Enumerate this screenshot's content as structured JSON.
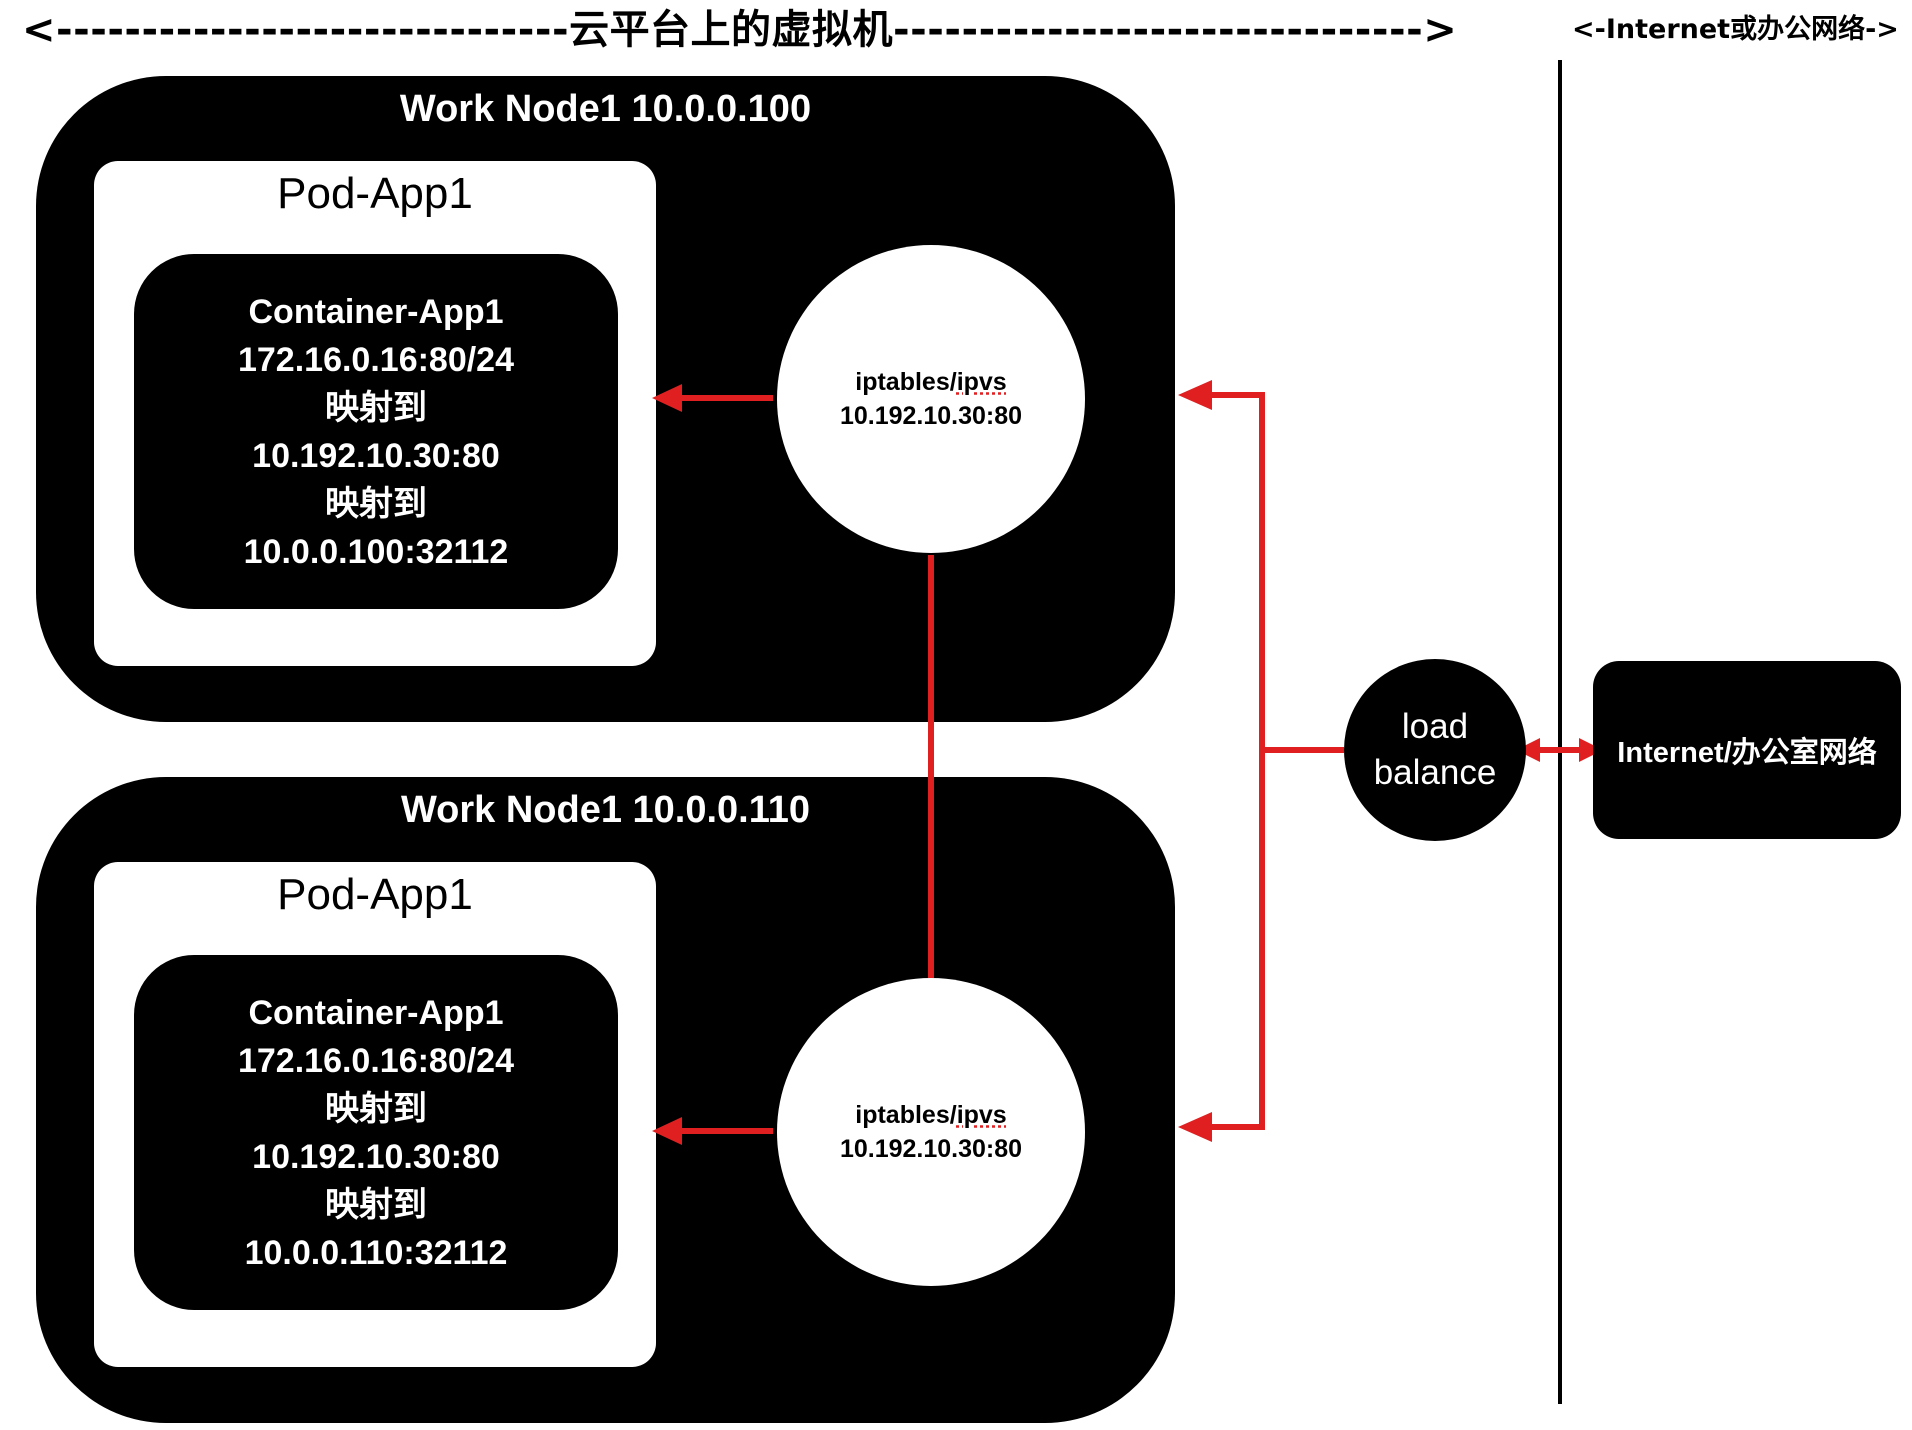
{
  "banner": {
    "main": "<------------------------------云平台上的虚拟机------------------------------->",
    "side": "<-Internet或办公网络->"
  },
  "nodes": [
    {
      "title": "Work Node1 10.0.0.100",
      "pod_title": "Pod-App1",
      "container_lines": [
        "Container-App1",
        "172.16.0.16:80/24",
        "映射到",
        "10.192.10.30:80",
        "映射到",
        "10.0.0.100:32112"
      ],
      "proxy_name": "iptables/",
      "proxy_name_suffix": "ipvs",
      "proxy_addr": "10.192.10.30:80"
    },
    {
      "title": "Work Node1 10.0.0.110",
      "pod_title": "Pod-App1",
      "container_lines": [
        "Container-App1",
        "172.16.0.16:80/24",
        "映射到",
        "10.192.10.30:80",
        "映射到",
        "10.0.0.110:32112"
      ],
      "proxy_name": "iptables/",
      "proxy_name_suffix": "ipvs",
      "proxy_addr": "10.192.10.30:80"
    }
  ],
  "load_balancer": {
    "line1": "load",
    "line2": "balance"
  },
  "external": {
    "label": "Internet/办公室网络"
  },
  "colors": {
    "arrow": "#e02020",
    "box": "#000000",
    "background": "#ffffff"
  }
}
